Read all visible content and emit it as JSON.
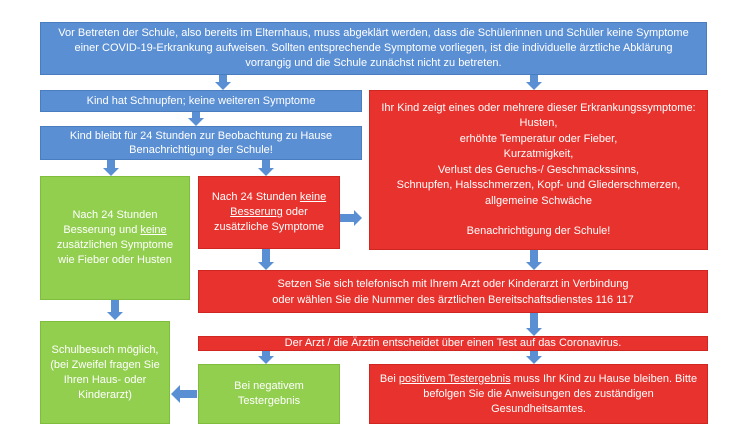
{
  "colors": {
    "blue": "#5b8fd3",
    "red": "#e8322d",
    "green": "#92cf4f",
    "arrow": "#5b8fd3"
  },
  "intro": {
    "lines": [
      "Vor Betreten der Schule, also bereits im Elternhaus, muss abgeklärt werden, dass die Schülerinnen und Schüler keine Symptome",
      "einer COVID-19-Erkrankung aufweisen. Sollten entsprechende Symptome vorliegen, ist die individuelle ärztliche Abklärung",
      "vorrangig und die Schule zunächst nicht zu betreten."
    ]
  },
  "schnupfen": {
    "text": "Kind hat Schnupfen; keine weiteren Symptome"
  },
  "beobachtung": {
    "line1": "Kind bleibt für 24 Stunden zur Beobachtung zu Hause",
    "line2": "Benachrichtigung der Schule!"
  },
  "symptome": {
    "lines": [
      "Ihr Kind zeigt eines oder mehrere dieser  Erkrankungssymptome:",
      "Husten,",
      "erhöhte Temperatur oder Fieber,",
      "Kurzatmigkeit,",
      "Verlust des Geruchs-/ Geschmackssinns,",
      "Schnupfen, Halsschmerzen, Kopf- und Gliederschmerzen,",
      "allgemeine Schwäche"
    ],
    "notice": "Benachrichtigung der Schule!"
  },
  "besserung": {
    "line1": "Nach 24 Stunden",
    "line2a": "Besserung und ",
    "line2b": "keine",
    "line3": "zusätzlichen Symptome",
    "line4": "wie Fieber oder Husten"
  },
  "keine_besserung": {
    "line1a": "Nach 24 Stunden ",
    "line1b": "keine",
    "line2a": "Besserung",
    "line2b": " oder",
    "line3": "zusätzliche Symptome"
  },
  "arzt_kontakt": {
    "line1": "Setzen Sie sich telefonisch mit Ihrem Arzt oder Kinderarzt in Verbindung",
    "line2": "oder wählen Sie die Nummer des ärztlichen Bereitschaftsdienstes 116 117"
  },
  "test": {
    "text": "Der Arzt / die Ärztin entscheidet über einen Test auf das Coronavirus."
  },
  "schulbesuch": {
    "line1": "Schulbesuch möglich,",
    "line2": "(bei Zweifel fragen Sie",
    "line3": "Ihren Haus- oder",
    "line4": "Kinderarzt)"
  },
  "negativ": {
    "line1": "Bei negativem",
    "line2": "Testergebnis"
  },
  "positiv": {
    "part1": "Bei ",
    "part2": "positivem Testergebnis",
    "part3": " muss Ihr Kind zu Hause bleiben. Bitte",
    "line2": "befolgen Sie die Anweisungen des zuständigen Gesundheitsamtes."
  }
}
